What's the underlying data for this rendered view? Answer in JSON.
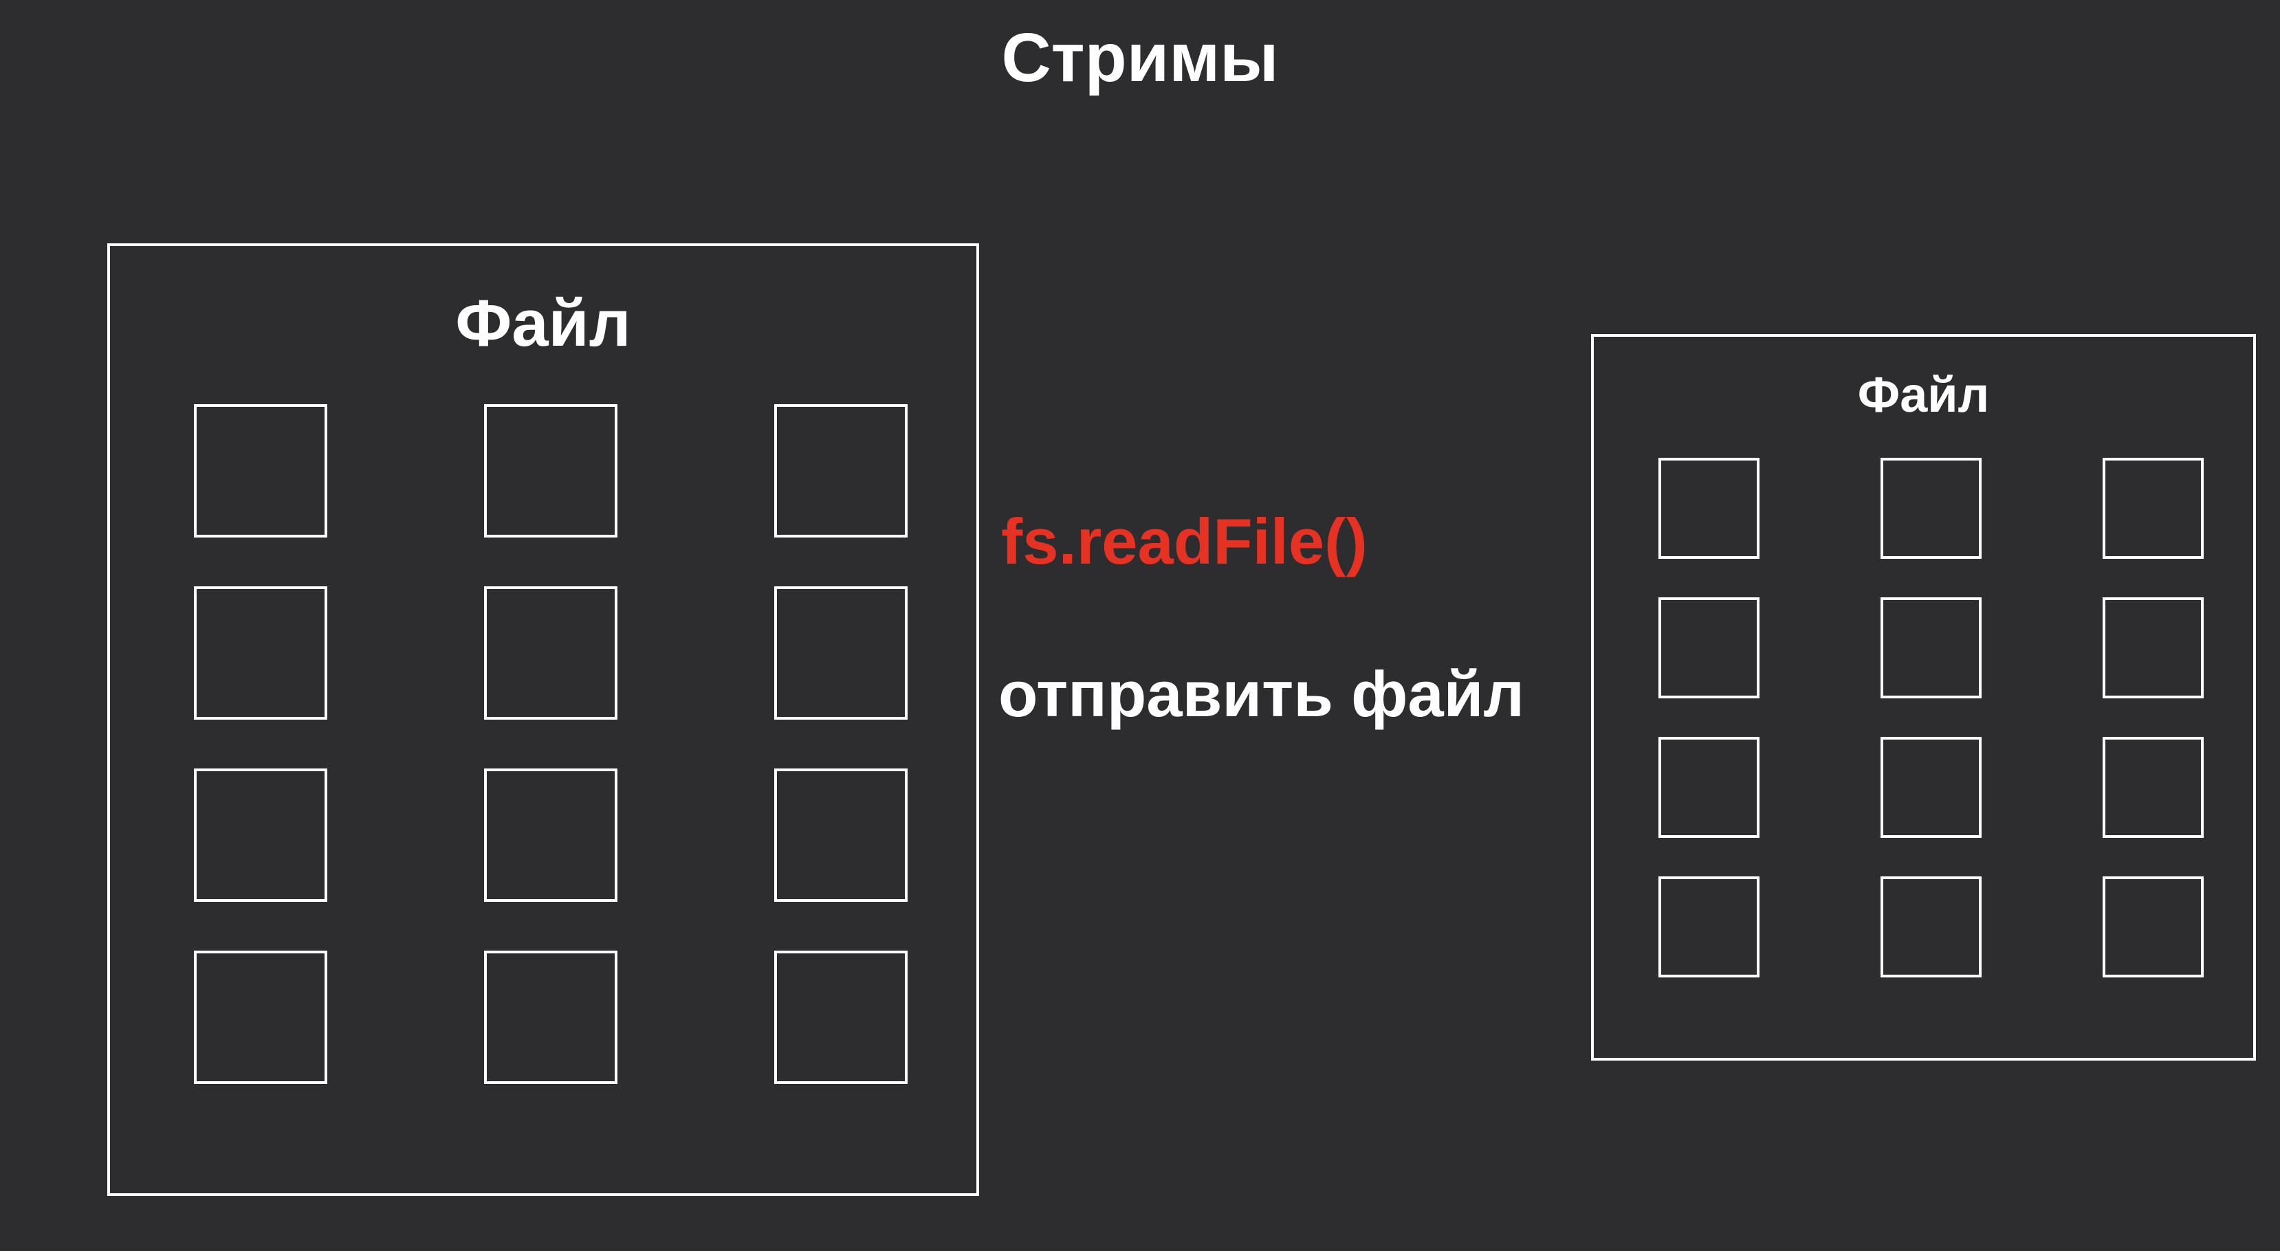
{
  "title": "Стримы",
  "colors": {
    "background": "#2d2d30",
    "stroke": "#ffffff",
    "text": "#ffffff",
    "accent_red": "#e53222"
  },
  "source_file": {
    "label": "Файл",
    "chunk_rows": 4,
    "chunk_cols": 3
  },
  "operation": {
    "code": "fs.readFile()",
    "description": "отправить файл"
  },
  "target_file": {
    "label": "Файл",
    "chunk_rows": 4,
    "chunk_cols": 3
  }
}
